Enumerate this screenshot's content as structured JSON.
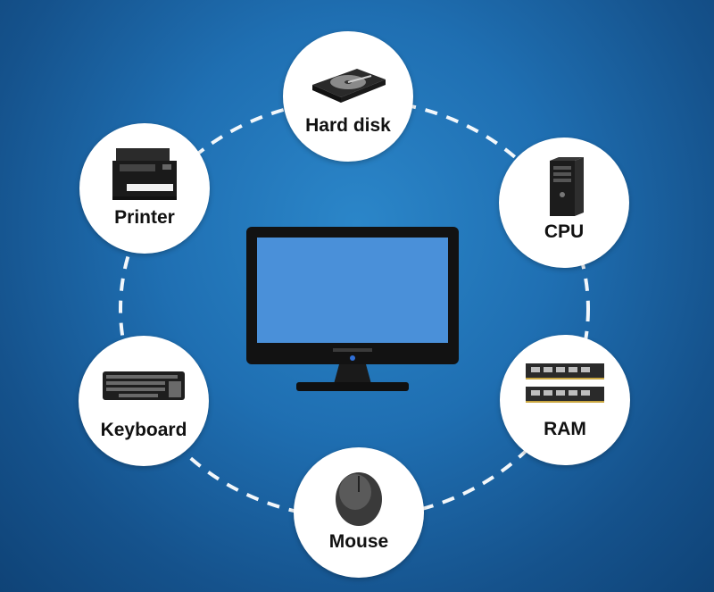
{
  "diagram": {
    "center_icon": "monitor-icon",
    "nodes": {
      "hard_disk": {
        "label": "Hard disk",
        "icon": "hard-disk-icon"
      },
      "printer": {
        "label": "Printer",
        "icon": "printer-icon"
      },
      "cpu": {
        "label": "CPU",
        "icon": "cpu-tower-icon"
      },
      "keyboard": {
        "label": "Keyboard",
        "icon": "keyboard-icon"
      },
      "ram": {
        "label": "RAM",
        "icon": "ram-module-icon"
      },
      "mouse": {
        "label": "Mouse",
        "icon": "mouse-icon"
      }
    },
    "colors": {
      "background": "#1f6fb2",
      "node_fill": "#ffffff",
      "connector": "#ffffff",
      "screen": "#4a90d9"
    }
  }
}
